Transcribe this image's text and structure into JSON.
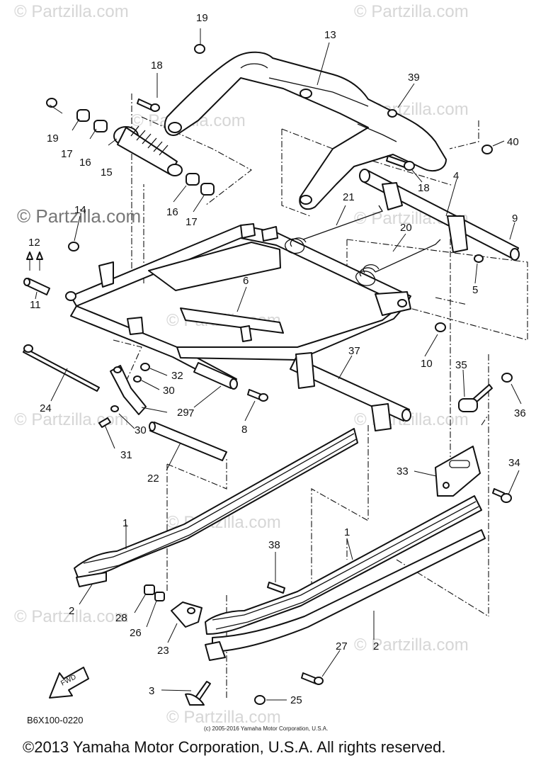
{
  "watermarks": [
    "© Partzilla.com",
    "© Partzilla.com",
    "© Partzilla.com",
    "© Partzilla.com",
    "© Partzilla.com",
    "© Partzilla.com",
    "© Partzilla.com",
    "© Partzilla.com",
    "© Partzilla.com",
    "© Partzilla.com",
    "© Partzilla.com",
    "© Partzilla.com"
  ],
  "watermark_prominent": "© Partzilla.com",
  "fwd_label": "FWD",
  "diagram_code": "B6X100-0220",
  "small_copyright": "(c) 2005-2016 Yamaha Motor Corporation, U.S.A.",
  "footer_copyright": "©2013 Yamaha Motor Corporation, U.S.A. All rights reserved.",
  "callouts": [
    "19",
    "13",
    "18",
    "39",
    "19",
    "17",
    "16",
    "15",
    "40",
    "4",
    "18",
    "16",
    "17",
    "21",
    "9",
    "14",
    "20",
    "12",
    "5",
    "6",
    "11",
    "10",
    "37",
    "35",
    "32",
    "36",
    "30",
    "24",
    "29",
    "7",
    "8",
    "30",
    "31",
    "34",
    "22",
    "33",
    "1",
    "38",
    "2",
    "28",
    "26",
    "1",
    "23",
    "2",
    "27",
    "3",
    "25"
  ]
}
